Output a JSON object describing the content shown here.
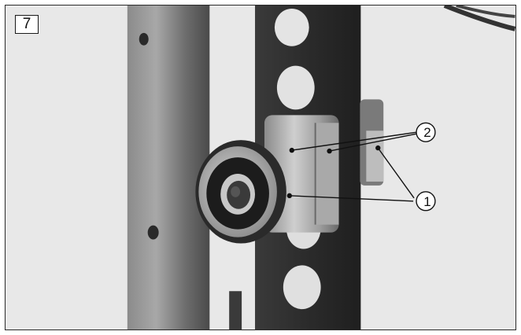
{
  "figure": {
    "number": "7",
    "callouts": [
      {
        "id": "callout-2",
        "label": "2"
      },
      {
        "id": "callout-1",
        "label": "1"
      }
    ]
  },
  "colors": {
    "background": "#e9e9e9",
    "frame_tube": "#6e6e6e",
    "slotted_bracket": "#2e2e2e",
    "bearing_outer": "#9a9a9a",
    "bearing_seal": "#1c1c1c",
    "callout_line": "#111111"
  }
}
